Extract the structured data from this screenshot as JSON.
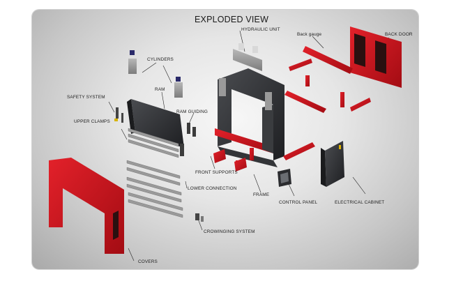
{
  "title": "EXPLODED VIEW",
  "labels": {
    "hydraulic_unit": "HYDRAULIC UNIT",
    "back_gauge": "Back gauge",
    "back_door": "BACK DOOR",
    "cylinders": "CYLINDERS",
    "safety_system": "SAFETY SYSTEM",
    "ram": "RAM",
    "ram_guiding": "RAM GUIDING",
    "upper_clamps": "UPPER CLAMPS",
    "front_supports": "FRONT SUPPORTS",
    "lower_connection": "LOWER CONNECTION",
    "frame": "FRAME",
    "control_panel": "CONTROL PANEL",
    "electrical_cabinet": "ELECTRICAL CABINET",
    "crowinging_system": "CROWINGING SYSTEM",
    "covers": "COVERS"
  },
  "colors": {
    "accent_red": "#d0121b",
    "dark_steel": "#2c2e31",
    "background": "#dcdcdc"
  }
}
